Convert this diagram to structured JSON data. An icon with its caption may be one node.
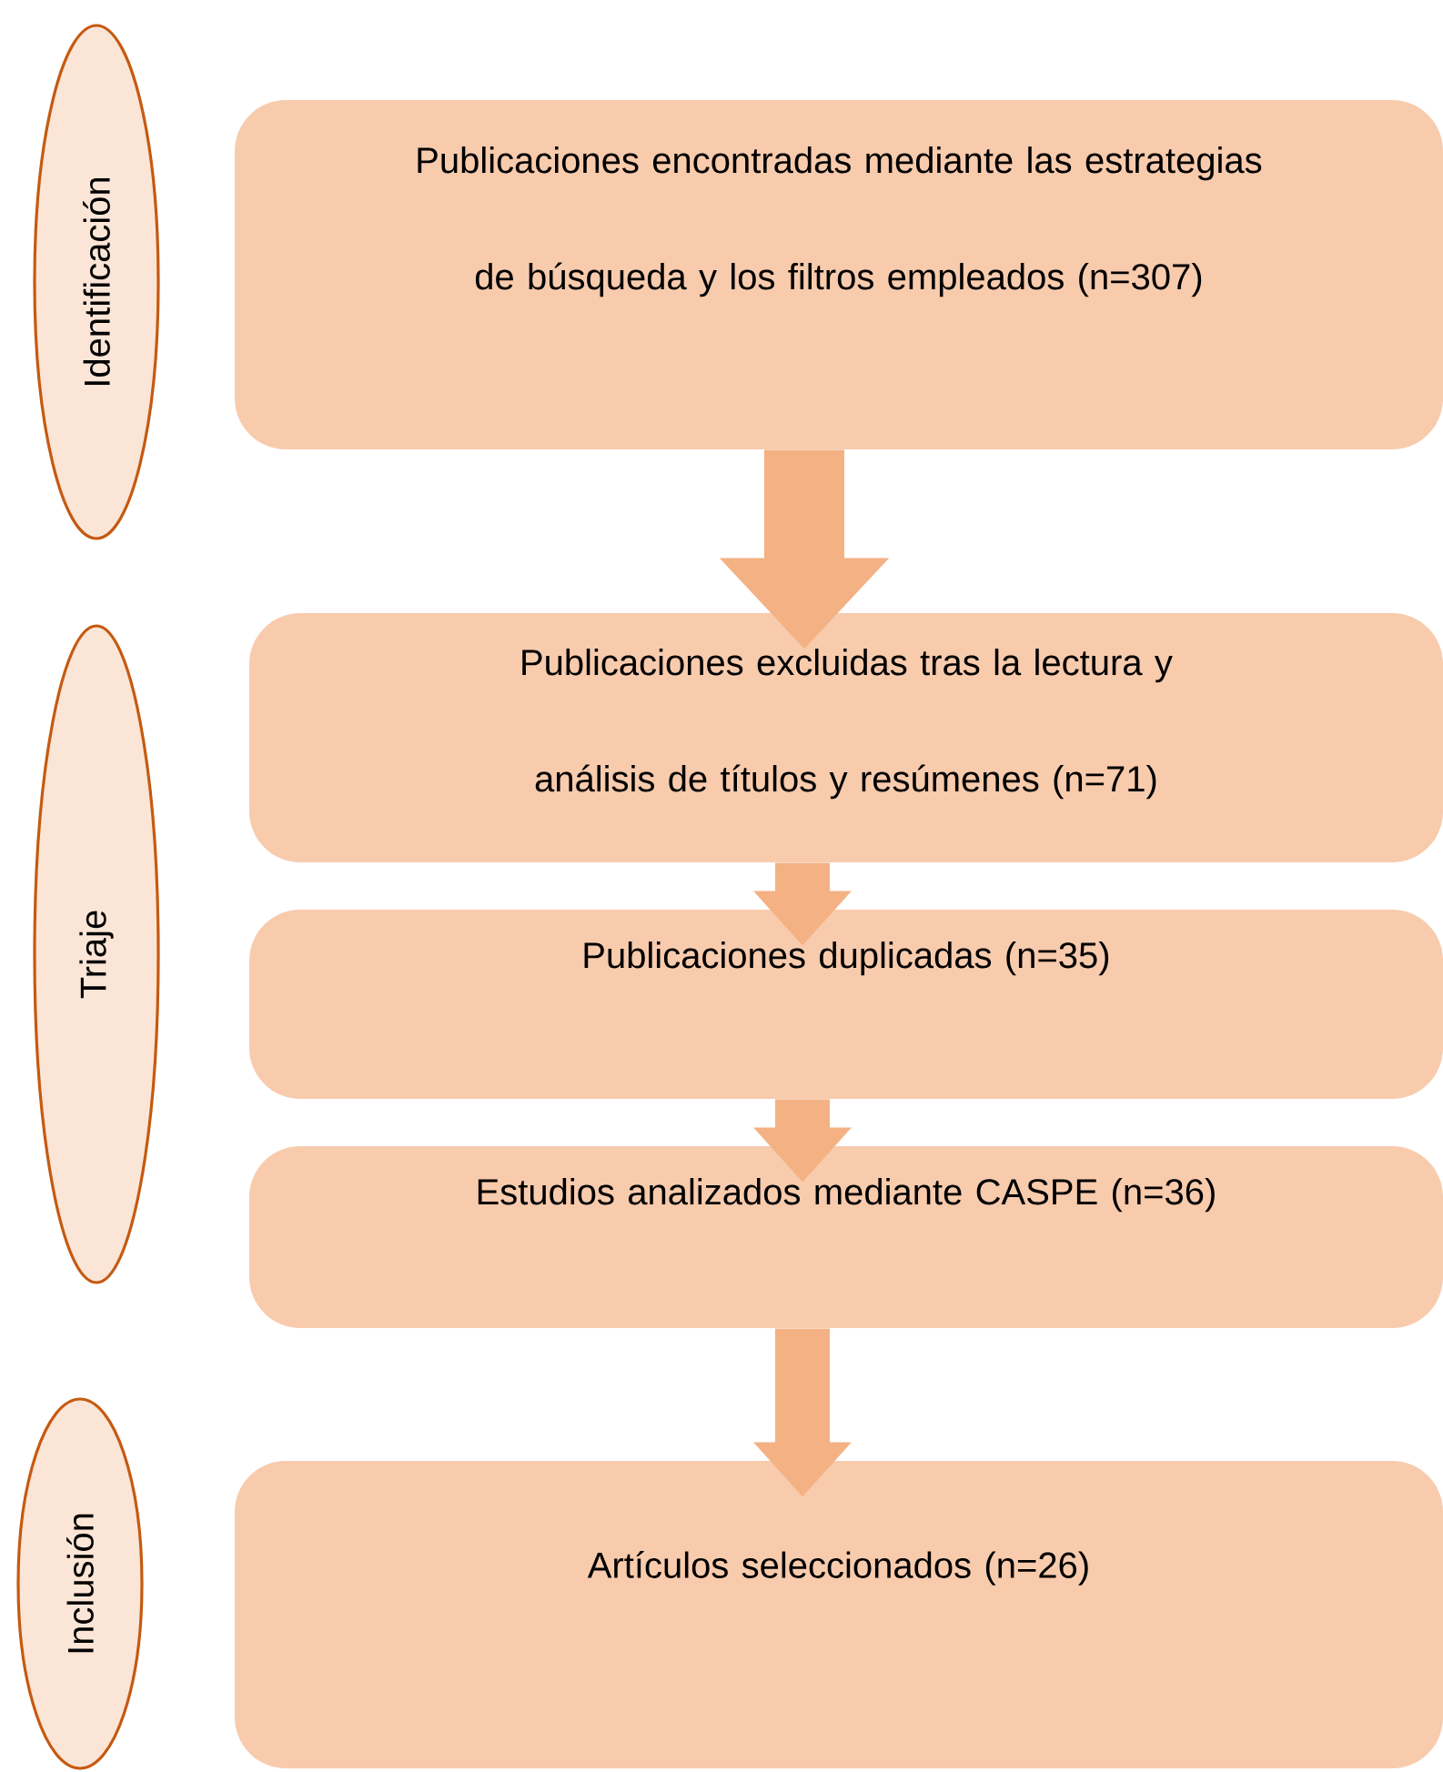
{
  "diagram": {
    "nodes": [
      {
        "text": [
          "Identificación"
        ]
      },
      {
        "text": [
          "Publicaciones encontradas mediante las estrategias de búsqueda y los filtros empleados (n=307)"
        ]
      },
      {
        "text": [
          "Triaje"
        ]
      },
      {
        "text": [
          "Publicaciones excluidas tras la lectura y análisis de títulos y resúmenes (n=71)"
        ]
      },
      {
        "text": [
          "Publicaciones duplicadas (n=35)"
        ]
      },
      {
        "text": [
          "Estudios analizados mediante CASPE (n=36)"
        ]
      },
      {
        "text": [
          "Inclusión"
        ]
      },
      {
        "text": [
          "Artículos seleccionados (n=26)"
        ]
      }
    ],
    "edges": [
      {
        "from": 1,
        "to": 3,
        "arrow": "to"
      },
      {
        "from": 3,
        "to": 4,
        "arrow": "to"
      },
      {
        "from": 4,
        "to": 5,
        "arrow": "to"
      },
      {
        "from": 5,
        "to": 7,
        "arrow": "to"
      }
    ]
  }
}
